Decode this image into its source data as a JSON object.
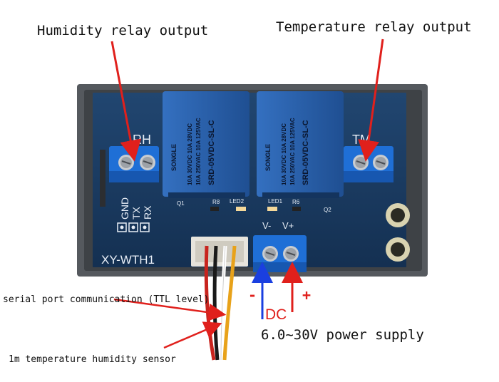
{
  "annotations": {
    "humidity_relay": "Humidity relay output",
    "temperature_relay": "Temperature relay output",
    "serial": "serial port communication (TTL level)",
    "sensor": "1m temperature humidity sensor",
    "power": "6.0~30V power supply",
    "dc": "DC",
    "minus": "-",
    "plus": "+"
  },
  "board": {
    "model": "XY-WTH1",
    "rh": "RH",
    "tm": "TM",
    "pins": [
      "GND",
      "TX",
      "RX"
    ],
    "vminus": "V-",
    "vplus": "V+",
    "led1": "LED1",
    "led2": "LED2",
    "r6": "R6",
    "r8": "R8",
    "q1": "Q1",
    "q2": "Q2"
  },
  "relay": {
    "brand": "SONGLE",
    "model": "SRD-05VDC-SL-C",
    "rating1": "10A 250VAC 10A 125VAC",
    "rating2": "10A 30VDC 10A 28VDC"
  },
  "colors": {
    "board": "#1a3c63",
    "relay": "#2a5fa8",
    "terminal": "#1f6fd6",
    "arrow_red": "#e0201c",
    "arrow_blue": "#1a3fe0"
  }
}
